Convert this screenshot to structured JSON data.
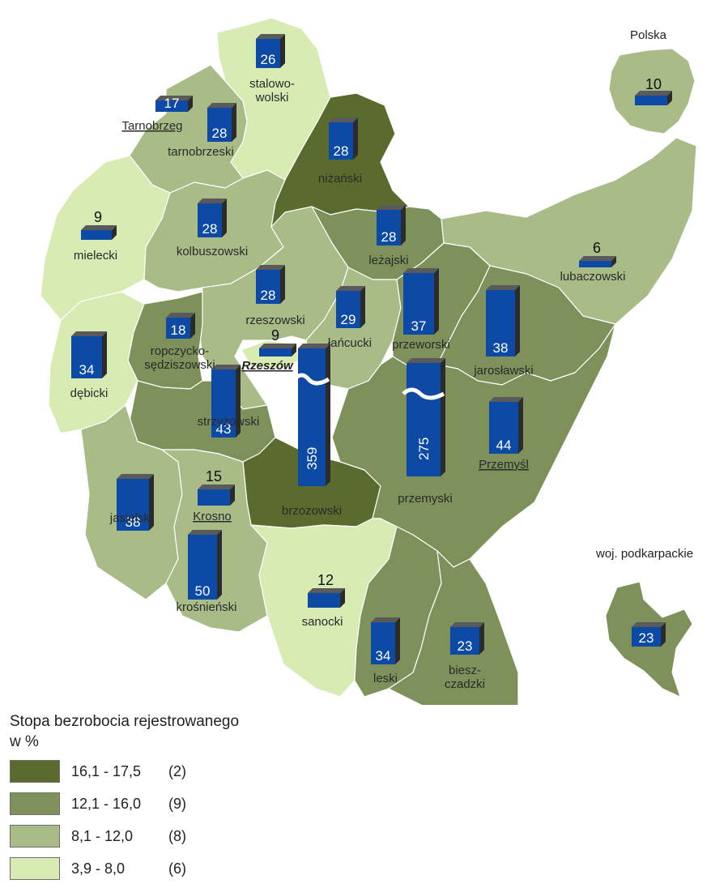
{
  "colors": {
    "class1": "#5b6b2e",
    "class2": "#7e915a",
    "class3": "#a9bb86",
    "class4": "#d7ebb3",
    "bar_front": "#0d4aa6",
    "bar_side": "#2b2b2b",
    "border": "#ffffff"
  },
  "map": {
    "title_polska": "Polska",
    "title_woj": "woj. podkarpackie",
    "polska_value": "10",
    "woj_value": "23"
  },
  "districts": [
    {
      "name": "stalowo-\nwolski",
      "value": "26",
      "cls": "class4"
    },
    {
      "name": "tarnobrzeski",
      "value": "28",
      "cls": "class3"
    },
    {
      "name": "niżański",
      "value": "28",
      "cls": "class1"
    },
    {
      "name": "mielecki",
      "value": "9",
      "cls": "class4"
    },
    {
      "name": "kolbuszowski",
      "value": "28",
      "cls": "class3"
    },
    {
      "name": "leżajski",
      "value": "28",
      "cls": "class2"
    },
    {
      "name": "lubaczowski",
      "value": "6",
      "cls": "class3"
    },
    {
      "name": "rzeszowski",
      "value": "28",
      "cls": "class3"
    },
    {
      "name": "ropczycko-\nsędziszowski",
      "value": "18",
      "cls": "class2"
    },
    {
      "name": "łańcucki",
      "value": "29",
      "cls": "class3"
    },
    {
      "name": "przeworski",
      "value": "37",
      "cls": "class2"
    },
    {
      "name": "jarosławski",
      "value": "38",
      "cls": "class2"
    },
    {
      "name": "dębicki",
      "value": "34",
      "cls": "class4"
    },
    {
      "name": "strzyżowski",
      "value": "43",
      "cls": "class2"
    },
    {
      "name": "brzozowski",
      "value": "359",
      "cls": "class1"
    },
    {
      "name": "przemyski",
      "value": "275",
      "cls": "class2"
    },
    {
      "name": "jasielski",
      "value": "38",
      "cls": "class3"
    },
    {
      "name": "krośnieński",
      "value": "50",
      "cls": "class3"
    },
    {
      "name": "sanocki",
      "value": "12",
      "cls": "class4"
    },
    {
      "name": "leski",
      "value": "34",
      "cls": "class2"
    },
    {
      "name": "biesz-\nczadzki",
      "value": "23",
      "cls": "class2"
    }
  ],
  "cities": [
    {
      "name": "Tarnobrzeg",
      "value": "17",
      "cls": "class3"
    },
    {
      "name": "Rzeszów",
      "value": "9",
      "cls": "class4"
    },
    {
      "name": "Krosno",
      "value": "15",
      "cls": "class3"
    },
    {
      "name": "Przemyśl",
      "value": "44",
      "cls": "class2"
    }
  ],
  "legend": {
    "title_line1": "Stopa bezrobocia rejestrowanego",
    "title_line2": "w %",
    "items": [
      {
        "range": "16,1 - 17,5",
        "count": "(2)",
        "color": "#5b6b2e"
      },
      {
        "range": "12,1 - 16,0",
        "count": "(9)",
        "color": "#7e915a"
      },
      {
        "range": "8,1 - 12,0",
        "count": "(8)",
        "color": "#a9bb86"
      },
      {
        "range": "3,9 - 8,0",
        "count": "(6)",
        "color": "#d7ebb3"
      }
    ]
  }
}
